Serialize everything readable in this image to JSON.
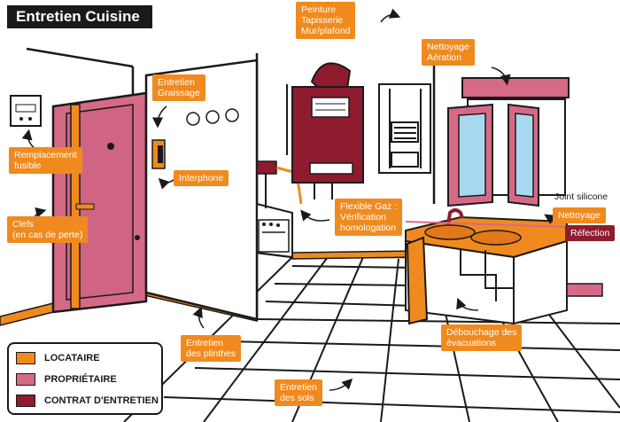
{
  "title": "Entretien Cuisine",
  "colors": {
    "locataire": "#f08a1e",
    "proprietaire": "#d66a86",
    "contrat": "#8e1c2e"
  },
  "labels": {
    "peinture": "Peinture\nTapisserie\nMur/plafond",
    "nettoyage_aeration": "Nettoyage\nAération",
    "entretien_graissage": "Entretien\nGraissage",
    "remplacement_fusible": "Remplacement\nfusible",
    "interphone": "Interphone",
    "clefs": "Clefs\n(en cas de perte)",
    "flexible_gaz": "Flexible Gaz :\nVérification\nhomologation",
    "joint_silicone": "Joint silicone",
    "nettoyage": "Nettoyage",
    "refection": "Réfection",
    "debouchage": "Débouchage des\névacuations",
    "entretien_plinthes": "Entretien\ndes plinthes",
    "entretien_sols": "Entretien\ndes sols"
  },
  "legend": [
    {
      "label": "LOCATAIRE",
      "color": "#f08a1e"
    },
    {
      "label": "PROPRIÉTAIRE",
      "color": "#d66a86"
    },
    {
      "label": "CONTRAT D'ENTRETIEN",
      "color": "#8e1c2e"
    }
  ]
}
